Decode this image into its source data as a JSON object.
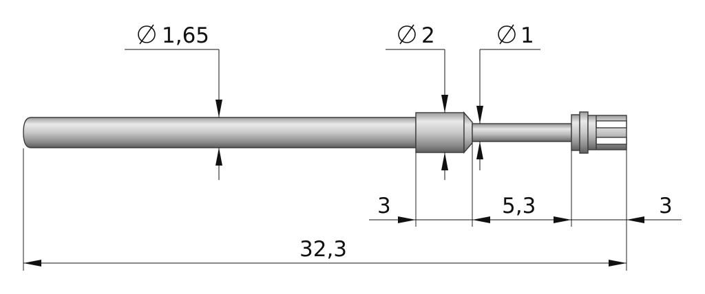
{
  "diameters": {
    "pin_body": {
      "symbol": "diameter",
      "value": "1,65"
    },
    "collar": {
      "symbol": "diameter",
      "value": "2"
    },
    "neck": {
      "symbol": "diameter",
      "value": "1"
    }
  },
  "lengths": {
    "collar": "3",
    "neck": "5,3",
    "tip": "3",
    "overall": "32,3"
  },
  "colors": {
    "metal_light": "#e6e6e6",
    "metal_mid": "#b9b9b9",
    "metal_dark": "#7d7d7d",
    "line": "#111111"
  }
}
